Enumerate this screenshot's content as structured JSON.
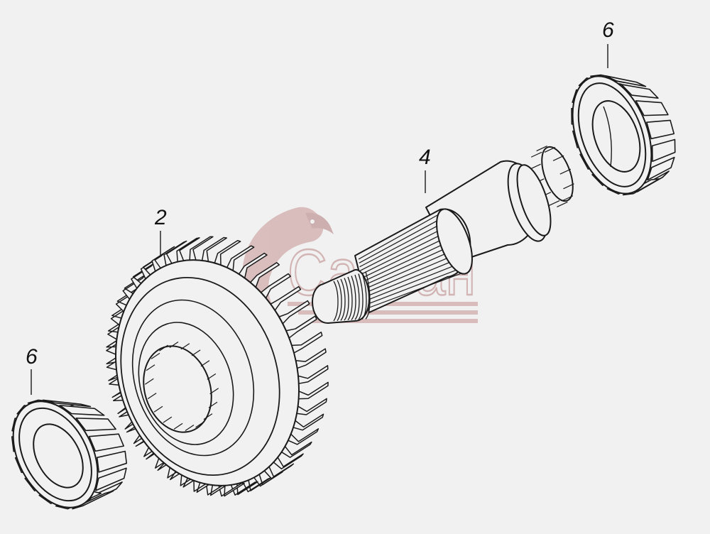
{
  "labels": {
    "gear": "2",
    "shaft": "4",
    "bearing_top": "6",
    "bearing_bottom": "6"
  },
  "watermark": {
    "text": "Сапсан"
  },
  "colors": {
    "background": "#f1f1f1",
    "line": "#1a1a1a",
    "watermark": "#c79191"
  }
}
